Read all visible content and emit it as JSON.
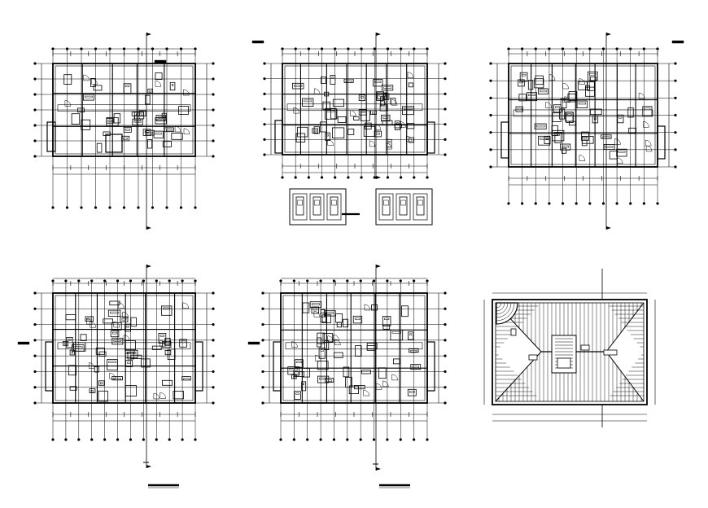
{
  "sheet": {
    "background": "#ffffff",
    "ink": "#000000",
    "panel_order": [
      "plan-ground-floor",
      "plan-typical-floor-a",
      "plan-typical-floor-b",
      "plan-floor-c",
      "plan-floor-d",
      "plan-roof"
    ]
  }
}
